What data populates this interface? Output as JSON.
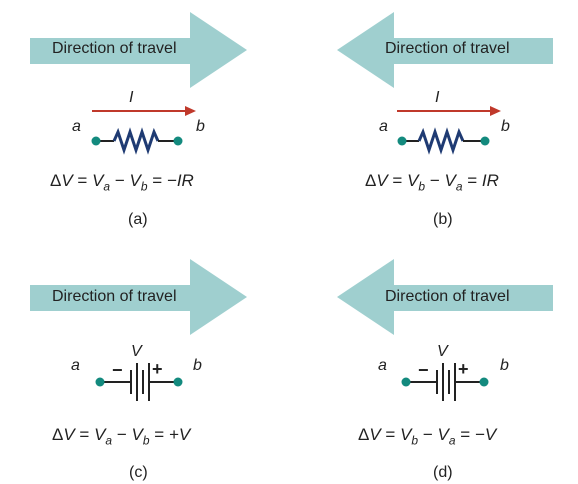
{
  "colors": {
    "arrow_fill": "#9fcfcf",
    "current_arrow": "#c0392b",
    "resistor": "#1f3b73",
    "terminal": "#138a7e",
    "wire": "#222222"
  },
  "panels": [
    {
      "id": "a",
      "travel_direction": "right",
      "travel_label": "Direction of travel",
      "element": "resistor",
      "current_label": "I",
      "left_terminal": "a",
      "right_terminal": "b",
      "equation": {
        "delta": "Δ",
        "lhs": "V",
        "v1": "V",
        "s1": "a",
        "v2": "V",
        "s2": "b",
        "rhs": "−IR"
      },
      "caption": "(a)"
    },
    {
      "id": "b",
      "travel_direction": "left",
      "travel_label": "Direction of travel",
      "element": "resistor",
      "current_label": "I",
      "left_terminal": "a",
      "right_terminal": "b",
      "equation": {
        "delta": "Δ",
        "lhs": "V",
        "v1": "V",
        "s1": "b",
        "v2": "V",
        "s2": "a",
        "rhs": "IR"
      },
      "caption": "(b)"
    },
    {
      "id": "c",
      "travel_direction": "right",
      "travel_label": "Direction of travel",
      "element": "battery",
      "emf_label": "V",
      "minus": "−",
      "plus": "+",
      "left_terminal": "a",
      "right_terminal": "b",
      "equation": {
        "delta": "Δ",
        "lhs": "V",
        "v1": "V",
        "s1": "a",
        "v2": "V",
        "s2": "b",
        "rhs": "+V"
      },
      "caption": "(c)"
    },
    {
      "id": "d",
      "travel_direction": "left",
      "travel_label": "Direction of travel",
      "element": "battery",
      "emf_label": "V",
      "minus": "−",
      "plus": "+",
      "left_terminal": "a",
      "right_terminal": "b",
      "equation": {
        "delta": "Δ",
        "lhs": "V",
        "v1": "V",
        "s1": "b",
        "v2": "V",
        "s2": "a",
        "rhs": "−V"
      },
      "caption": "(d)"
    }
  ]
}
